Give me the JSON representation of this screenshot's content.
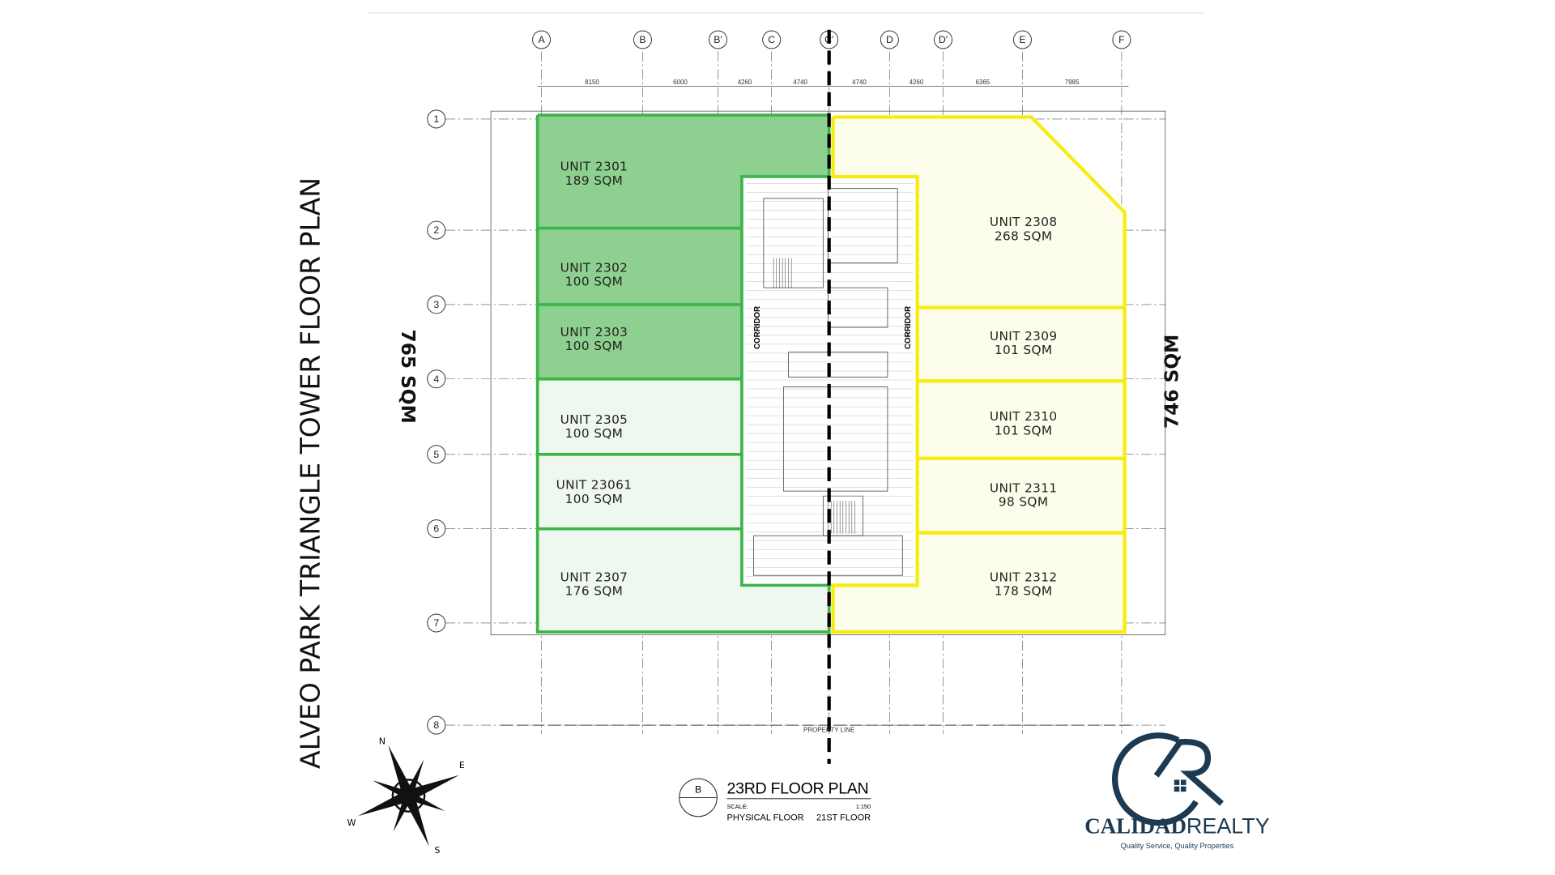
{
  "title": "ALVEO PARK TRIANGLE TOWER FLOOR PLAN",
  "left_total": "765 SQM",
  "right_total": "746 SQM",
  "grid_columns": [
    "A",
    "B",
    "B'",
    "C",
    "C'",
    "D",
    "D'",
    "E",
    "F"
  ],
  "grid_rows": [
    "1",
    "2",
    "3",
    "4",
    "5",
    "6",
    "7",
    "8"
  ],
  "column_dimensions": [
    "8150",
    "6000",
    "4260",
    "4740",
    "4740",
    "4260",
    "6365",
    "7985"
  ],
  "core_labels": {
    "corridor_left": "CORRIDOR",
    "corridor_right": "CORRIDOR"
  },
  "units": [
    {
      "name": "UNIT 2301",
      "area": "189 SQM",
      "side": "left"
    },
    {
      "name": "UNIT 2302",
      "area": "100 SQM",
      "side": "left"
    },
    {
      "name": "UNIT 2303",
      "area": "100 SQM",
      "side": "left"
    },
    {
      "name": "UNIT 2305",
      "area": "100 SQM",
      "side": "left"
    },
    {
      "name": "UNIT 23061",
      "area": "100 SQM",
      "side": "left"
    },
    {
      "name": "UNIT 2307",
      "area": "176 SQM",
      "side": "left"
    },
    {
      "name": "UNIT 2308",
      "area": "268 SQM",
      "side": "right"
    },
    {
      "name": "UNIT 2309",
      "area": "101 SQM",
      "side": "right"
    },
    {
      "name": "UNIT 2310",
      "area": "101 SQM",
      "side": "right"
    },
    {
      "name": "UNIT 2311",
      "area": "98 SQM",
      "side": "right"
    },
    {
      "name": "UNIT 2312",
      "area": "178 SQM",
      "side": "right"
    }
  ],
  "title_block": {
    "marker": "B",
    "plan_title": "23RD FLOOR PLAN",
    "scale_label": "SCALE:",
    "scale_value": "1:150",
    "physical_floor_label": "PHYSICAL FLOOR",
    "physical_floor_value": "21ST FLOOR"
  },
  "compass": {
    "n": "N",
    "e": "E",
    "s": "S",
    "w": "W"
  },
  "property_line": "PROPERTY LINE",
  "logo": {
    "brand_bold": "CALIDAD",
    "brand_light": "REALTY",
    "tagline": "Quality Service, Quality Properties"
  },
  "colors": {
    "left_dark_green": "#8dd08f",
    "left_light_green": "#eef8ef",
    "left_border": "#3cb44a",
    "right_fill": "#fdfdeb",
    "right_border": "#f6ec12",
    "logo": "#1c3a52"
  }
}
